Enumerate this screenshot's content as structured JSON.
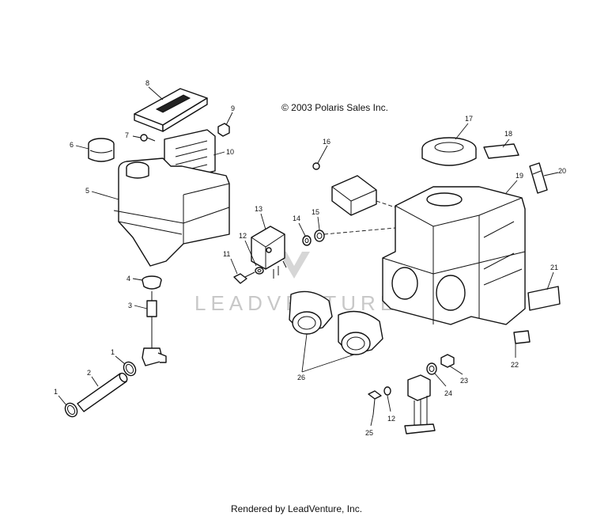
{
  "copyright": "© 2003 Polaris Sales Inc.",
  "footer": "Rendered by LeadVenture, Inc.",
  "watermark": "LEADVENTURE",
  "callouts": {
    "c1a": "1",
    "c1b": "1",
    "c2": "2",
    "c3": "3",
    "c4": "4",
    "c5": "5",
    "c6": "6",
    "c7": "7",
    "c8": "8",
    "c9": "9",
    "c10": "10",
    "c11": "11",
    "c12a": "12",
    "c12b": "12",
    "c13": "13",
    "c14": "14",
    "c15": "15",
    "c16": "16",
    "c17": "17",
    "c18": "18",
    "c19": "19",
    "c20": "20",
    "c21": "21",
    "c22": "22",
    "c23": "23",
    "c24": "24",
    "c25": "25",
    "c26": "26"
  }
}
